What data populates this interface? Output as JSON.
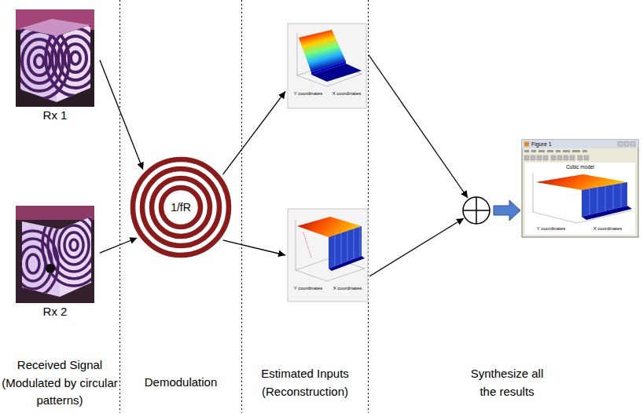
{
  "diagram": {
    "nodes": [
      {
        "text": [
          "Rx 1"
        ]
      },
      {
        "text": [
          "Rx 2"
        ]
      },
      {
        "text": [
          "1/fR"
        ]
      },
      {
        "text": [
          "Y coordinates",
          "X coordinates"
        ]
      },
      {
        "text": [
          "Y coordinates",
          "X coordinates"
        ]
      },
      {
        "text": [
          "Figure 1",
          "Cubic model",
          "Y coordinates",
          "X coordinates"
        ]
      }
    ],
    "edges": [
      {
        "from": 0,
        "to": 2,
        "arrow": "to"
      },
      {
        "from": 1,
        "to": 2,
        "arrow": "to"
      },
      {
        "from": 2,
        "to": 3,
        "arrow": "to"
      },
      {
        "from": 2,
        "to": 4,
        "arrow": "to"
      }
    ],
    "labels": [
      "Received Signal (Modulated by circular patterns)",
      "Demodulation",
      "Estimated Inputs (Reconstruction)",
      "Synthesize all the results"
    ]
  }
}
